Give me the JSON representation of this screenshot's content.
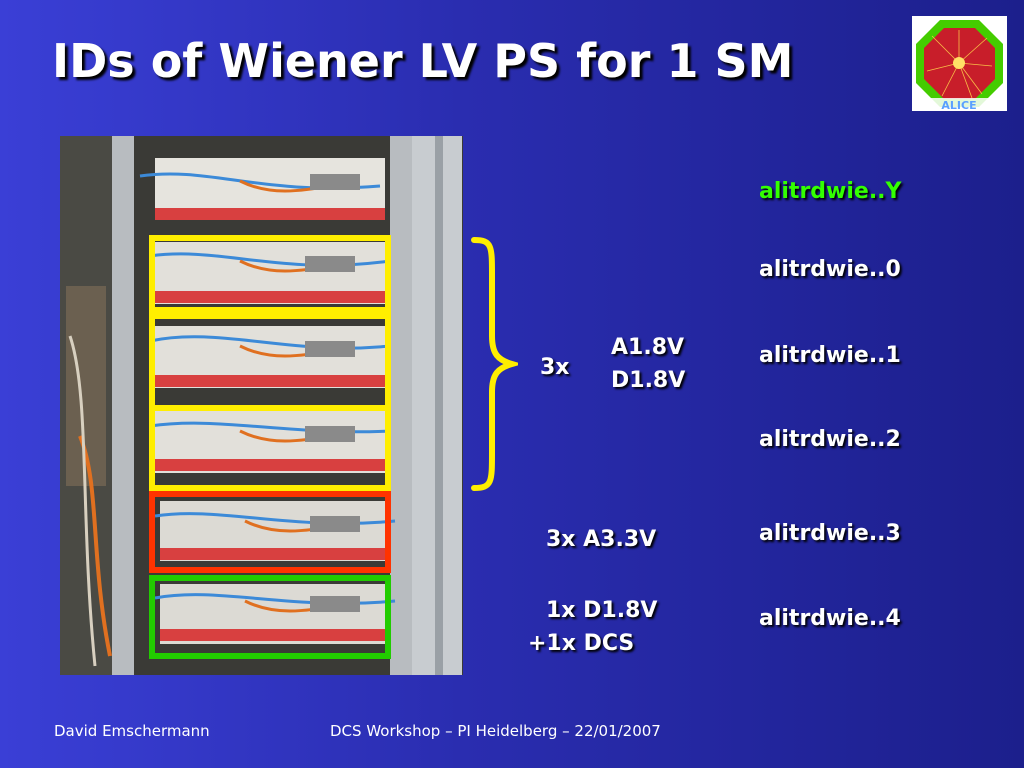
{
  "slide": {
    "title": "IDs of Wiener LV PS for 1 SM",
    "group_multiplier": "3x",
    "group_voltages": [
      "A1.8V",
      "D1.8V"
    ],
    "unit_a33": "3x A3.3V",
    "unit_d18": "1x D1.8V",
    "unit_dcs": "+1x DCS",
    "ids": [
      "alitrdwie..Y",
      "alitrdwie..0",
      "alitrdwie..1",
      "alitrdwie..2",
      "alitrdwie..3",
      "alitrdwie..4"
    ]
  },
  "logo": {
    "text": "ALICE"
  },
  "footer": {
    "author": "David Emschermann",
    "event": "DCS Workshop – PI Heidelberg – 22/01/2007"
  },
  "colors": {
    "background": "#2a2db0",
    "id_highlight": "#33ff00",
    "frame_yellow": "#ffee00",
    "frame_red": "#ff3300",
    "frame_green": "#22cc00"
  },
  "icons": {
    "logo": "alice-octagon-logo",
    "brace": "curly-brace-icon"
  }
}
